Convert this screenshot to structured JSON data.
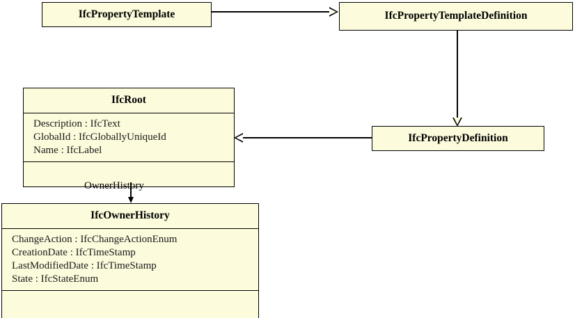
{
  "diagram": {
    "title": "IFC property template class relationships",
    "background_color": "#ffffff",
    "class_fill_color": "#fcfbdc",
    "line_color": "#000000",
    "classes": [
      {
        "id": "ifcpropertytemplate",
        "name": "IfcPropertyTemplate",
        "attributes": [],
        "has_empty_compartment": false
      },
      {
        "id": "ifcpropertytemplatedefinition",
        "name": "IfcPropertyTemplateDefinition",
        "attributes": [],
        "has_empty_compartment": false
      },
      {
        "id": "ifcpropertydefinition",
        "name": "IfcPropertyDefinition",
        "attributes": [],
        "has_empty_compartment": false
      },
      {
        "id": "ifcroot",
        "name": "IfcRoot",
        "attributes": [
          "Description : IfcText",
          "GlobalId : IfcGloballyUniqueId",
          "Name : IfcLabel"
        ],
        "has_empty_compartment": true
      },
      {
        "id": "ifcownerhistory",
        "name": "IfcOwnerHistory",
        "attributes": [
          "ChangeAction : IfcChangeActionEnum",
          "CreationDate : IfcTimeStamp",
          "LastModifiedDate : IfcTimeStamp",
          "State : IfcStateEnum"
        ],
        "has_empty_compartment": true
      }
    ],
    "edges": [
      {
        "id": "template-to-templatedefinition",
        "from": "IfcPropertyTemplate",
        "to": "IfcPropertyTemplateDefinition",
        "type": "generalization",
        "arrowhead": "hollow-triangle",
        "label": ""
      },
      {
        "id": "templatedefinition-to-propertydefinition",
        "from": "IfcPropertyTemplateDefinition",
        "to": "IfcPropertyDefinition",
        "type": "generalization",
        "arrowhead": "hollow-triangle",
        "label": ""
      },
      {
        "id": "propertydefinition-to-ifcroot",
        "from": "IfcPropertyDefinition",
        "to": "IfcRoot",
        "type": "generalization",
        "arrowhead": "hollow-triangle",
        "label": ""
      },
      {
        "id": "ifcroot-to-ifcownerhistory",
        "from": "IfcRoot",
        "to": "IfcOwnerHistory",
        "type": "association",
        "arrowhead": "solid-arrow",
        "label": "OwnerHistory"
      }
    ]
  }
}
